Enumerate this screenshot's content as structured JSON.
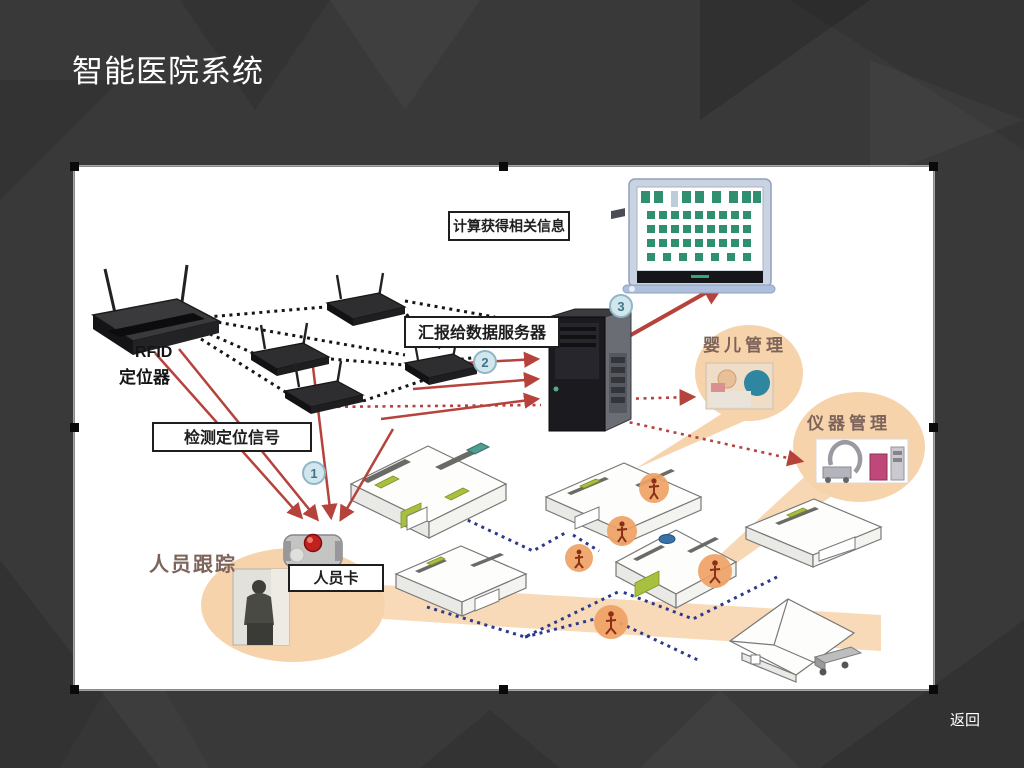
{
  "slide": {
    "title": "智能医院系统",
    "back_label": "返回"
  },
  "diagram": {
    "rfid_label_line1": "RFID",
    "rfid_label_line2": "定位器",
    "boxes": {
      "compute_info": "计算获得相关信息",
      "report_to_server": "汇报给数据服务器",
      "detect_signal": "检测定位信号",
      "person_card": "人员卡"
    },
    "annotations": {
      "person_tracking": "人员跟踪",
      "baby_management": "婴儿管理",
      "equipment_management": "仪器管理"
    },
    "step_badges": [
      "1",
      "2",
      "3"
    ],
    "colors": {
      "arrow_red": "#b5433c",
      "mesh_dotted_black": "#161616",
      "link_dotted_blue": "#2b3a8c",
      "highlight_peach": "#f7d3ac",
      "person_marker_orange": "#efa264",
      "building_accent_green": "#a8c040",
      "badge_fill": "#d2e6ee",
      "slide_background": "#393939",
      "title_color": "#ffffff"
    }
  }
}
